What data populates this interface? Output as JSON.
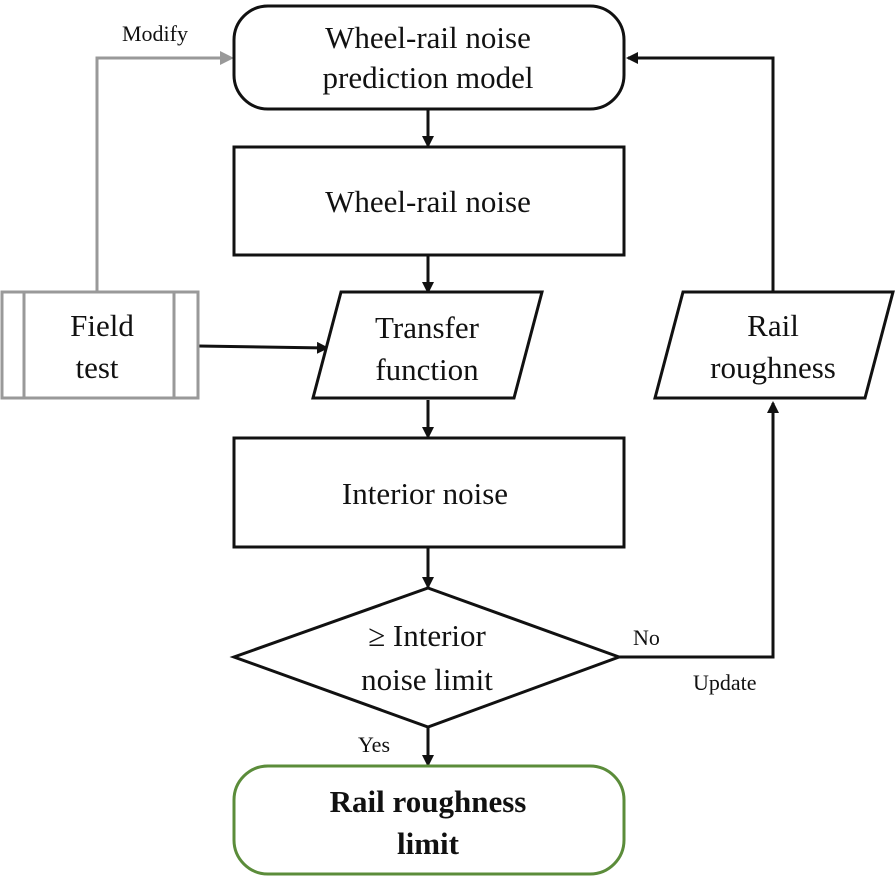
{
  "nodes": {
    "prediction_model": {
      "line1": "Wheel-rail noise",
      "line2": "prediction model"
    },
    "wheel_rail_noise": {
      "label": "Wheel-rail noise"
    },
    "field_test": {
      "line1": "Field",
      "line2": "test"
    },
    "transfer_function": {
      "line1": "Transfer",
      "line2": "function"
    },
    "interior_noise": {
      "label": "Interior noise"
    },
    "decision": {
      "line1": "≥ Interior",
      "line2": "noise limit"
    },
    "rail_roughness": {
      "line1": "Rail",
      "line2": "roughness"
    },
    "roughness_limit": {
      "line1": "Rail roughness",
      "line2": "limit"
    }
  },
  "edges": {
    "modify": "Modify",
    "no": "No",
    "update": "Update",
    "yes": "Yes"
  },
  "colors": {
    "stroke": "#111111",
    "field_test_stroke": "#999999",
    "modify_line": "#999999",
    "limit_stroke": "#5b8c3a"
  }
}
